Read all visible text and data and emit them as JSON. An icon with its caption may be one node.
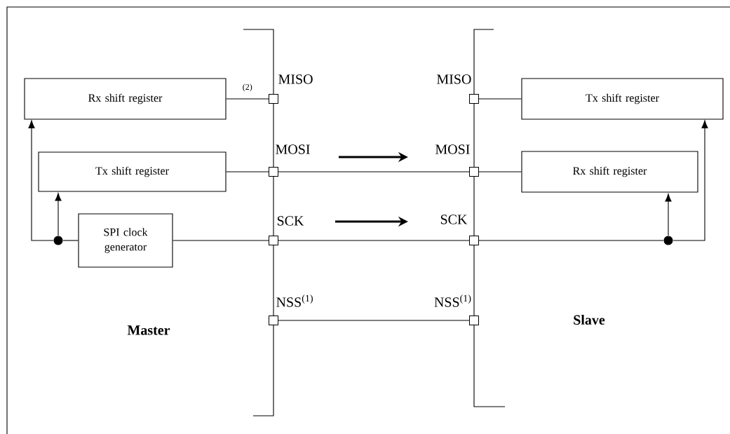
{
  "diagram": {
    "nodes": [
      {
        "text": [
          "Rx shift register"
        ]
      },
      {
        "text": [],
        "shape": "box",
        "beside": [
          "MISO"
        ]
      },
      {
        "text": [],
        "shape": "box",
        "beside": [
          "MISO"
        ]
      },
      {
        "text": [
          "Tx shift register"
        ]
      },
      {
        "text": [
          "Tx shift register"
        ]
      },
      {
        "text": [],
        "shape": "box",
        "beside": [
          "MOSI"
        ]
      },
      {
        "text": [],
        "shape": "box",
        "beside": [
          "MOSI"
        ]
      },
      {
        "text": [
          "Rx shift register"
        ]
      },
      {
        "text": [
          "SPI clock generator"
        ]
      },
      {
        "text": [],
        "shape": "circle"
      },
      {
        "text": [],
        "shape": "box",
        "beside": [
          "SCK"
        ]
      },
      {
        "text": [],
        "shape": "box",
        "beside": [
          "SCK"
        ]
      },
      {
        "text": [],
        "shape": "circle"
      },
      {
        "text": [],
        "shape": "box",
        "beside": [
          "NSS$^{(1)}$"
        ]
      },
      {
        "text": [],
        "shape": "box",
        "beside": [
          "NSS$^{(1)}$"
        ]
      }
    ],
    "edges": [
      {
        "from": 0,
        "to": 1,
        "arrow": "none",
        "label": "(2)"
      },
      {
        "from": 2,
        "to": 3,
        "arrow": "none"
      },
      {
        "from": 4,
        "to": 5,
        "arrow": "none"
      },
      {
        "from": 5,
        "to": 6,
        "arrow": "none"
      },
      {
        "from": 6,
        "to": 7,
        "arrow": "none"
      },
      {
        "from": 8,
        "to": 9,
        "arrow": "none"
      },
      {
        "from": 9,
        "to": 0,
        "arrow": "to"
      },
      {
        "from": 9,
        "to": 4,
        "arrow": "to"
      },
      {
        "from": 8,
        "to": 10,
        "arrow": "none"
      },
      {
        "from": 10,
        "to": 11,
        "arrow": "none"
      },
      {
        "from": 11,
        "to": 12,
        "arrow": "none"
      },
      {
        "from": 12,
        "to": 7,
        "arrow": "to"
      },
      {
        "from": 12,
        "to": 3,
        "arrow": "to"
      },
      {
        "from": 13,
        "to": 14,
        "arrow": "none"
      }
    ],
    "labels": [
      "Master",
      "Slave"
    ]
  }
}
